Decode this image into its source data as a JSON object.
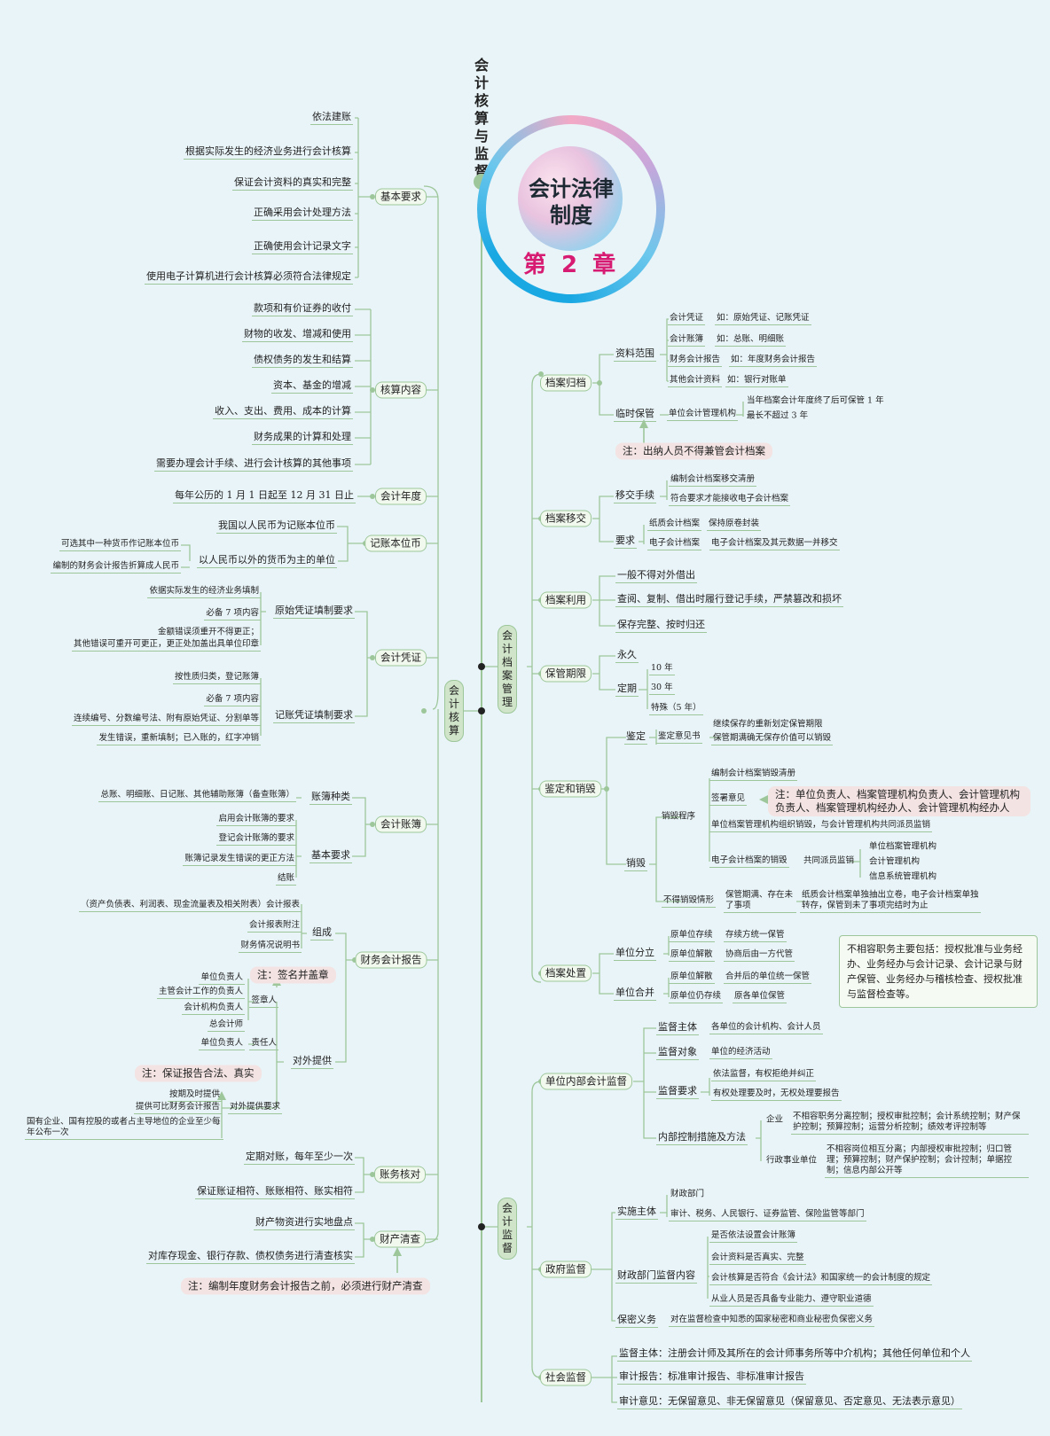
{
  "title_vertical": "会计核算与监督",
  "badge": {
    "title": "会计法律制度",
    "chapter": "第 2 章"
  },
  "colors": {
    "line": "#9dc79a",
    "accent": "#d81b72",
    "ring": "#1aa8e3",
    "note_bg": "#f3e3e3"
  },
  "left": {
    "branch": "会计核算",
    "basic": {
      "label": "基本要求",
      "items": [
        "依法建账",
        "根据实际发生的经济业务进行会计核算",
        "保证会计资料的真实和完整",
        "正确采用会计处理方法",
        "正确使用会计记录文字",
        "使用电子计算机进行会计核算必须符合法律规定"
      ]
    },
    "content": {
      "label": "核算内容",
      "items": [
        "款项和有价证券的收付",
        "财物的收发、增减和使用",
        "债权债务的发生和结算",
        "资本、基金的增减",
        "收入、支出、费用、成本的计算",
        "财务成果的计算和处理",
        "需要办理会计手续、进行会计核算的其他事项"
      ]
    },
    "year": {
      "label": "会计年度",
      "text": "每年公历的 1 月 1 日起至 12 月 31 日止"
    },
    "currency": {
      "label": "记账本位币",
      "a": "我国以人民币为记账本位币",
      "b": "以人民币以外的货币为主的单位",
      "b1": "可选其中一种货币作记账本位币",
      "b2": "编制的财务会计报告折算成人民币"
    },
    "voucher": {
      "label": "会计凭证",
      "orig": {
        "label": "原始凭证填制要求",
        "items": [
          "依据实际发生的经济业务填制",
          "必备 7 项内容",
          "金额错误须重开不得更正；",
          "其他错误可重开可更正，更正处加盖出具单位印章"
        ]
      },
      "rec": {
        "label": "记账凭证填制要求",
        "items": [
          "按性质归类，登记账簿",
          "必备 7 项内容",
          "连续编号、分数编号法、附有原始凭证、分割单等",
          "发生错误，重新填制；已入账的，红字冲销"
        ]
      }
    },
    "books": {
      "label": "会计账簿",
      "kinds_label": "账簿种类",
      "kinds": "总账、明细账、日记账、其他辅助账簿（备查账簿）",
      "req_label": "基本要求",
      "reqs": [
        "启用会计账簿的要求",
        "登记会计账簿的要求",
        "账簿记录发生错误的更正方法",
        "结账"
      ]
    },
    "report": {
      "label": "财务会计报告",
      "comp_label": "组成",
      "comp": [
        "（资产负债表、利润表、现金流量表及相关附表）会计报表",
        "会计报表附注",
        "财务情况说明书"
      ],
      "note1": "注：签名并盖章",
      "supply_label": "对外提供",
      "sign_label": "签章人",
      "sign": [
        "单位负责人",
        "主管会计工作的负责人",
        "会计机构负责人",
        "总会计师"
      ],
      "resp_label": "责任人",
      "resp": "单位负责人",
      "note2": "注：保证报告合法、真实",
      "req_label": "对外提供要求",
      "req": [
        "按期及时提供",
        "提供可比财务会计报告",
        "国有企业、国有控股的或者占主导地位的企业至少每年公布一次"
      ]
    },
    "reconcile": {
      "label": "账务核对",
      "items": [
        "定期对账，每年至少一次",
        "保证账证相符、账账相符、账实相符"
      ]
    },
    "inventory": {
      "label": "财产清查",
      "items": [
        "财产物资进行实地盘点",
        "对库存现金、银行存款、债权债务进行清查核实"
      ],
      "note": "注：编制年度财务会计报告之前，必须进行财产清查"
    }
  },
  "archive": {
    "branch": "会计档案管理",
    "filing": {
      "label": "档案归档",
      "scope_label": "资料范围",
      "scope": [
        [
          "会计凭证",
          "如：原始凭证、记账凭证"
        ],
        [
          "会计账簿",
          "如：总账、明细账"
        ],
        [
          "财务会计报告",
          "如：年度财务会计报告"
        ],
        [
          "其他会计资料",
          "如：银行对账单"
        ]
      ],
      "temp_label": "临时保管",
      "temp_unit": "单位会计管理机构",
      "temp_items": [
        "当年档案会计年度终了后可保管 1 年",
        "最长不超过 3 年"
      ],
      "note": "注：出纳人员不得兼管会计档案"
    },
    "transfer": {
      "label": "档案移交",
      "proc_label": "移交手续",
      "proc": [
        "编制会计档案移交清册",
        "符合要求才能接收电子会计档案"
      ],
      "req_label": "要求",
      "req": [
        [
          "纸质会计档案",
          "保持原卷封装"
        ],
        [
          "电子会计档案",
          "电子会计档案及其元数据一并移交"
        ]
      ]
    },
    "use": {
      "label": "档案利用",
      "items": [
        "一般不得对外借出",
        "查阅、复制、借出时履行登记手续，严禁篡改和损坏",
        "保存完整、按时归还"
      ]
    },
    "period": {
      "label": "保管期限",
      "perm": "永久",
      "fixed_label": "定期",
      "fixed": [
        "10 年",
        "30 年",
        "特殊（5 年）"
      ]
    },
    "appraise": {
      "label": "鉴定和销毁",
      "id_label": "鉴定",
      "id_doc": "鉴定意见书",
      "id_items": [
        "继续保存的重新划定保管期限",
        "保管期满确无保存价值可以销毁"
      ],
      "destroy_label": "销毁",
      "proc_label": "销毁程序",
      "proc": [
        "编制会计档案销毁清册",
        "签署意见",
        "单位档案管理机构组织销毁，与会计管理机构共同派员监销",
        "电子会计档案的销毁"
      ],
      "sign_note": "注：单位负责人、档案管理机构负责人、会计管理机构负责人、档案管理机构经办人、会计管理机构经办人",
      "joint_label": "共同派员监销",
      "joint": [
        "单位档案管理机构",
        "会计管理机构",
        "信息系统管理机构"
      ],
      "no_label": "不得销毁情形",
      "no_cond": "保管期满、存在未了事项",
      "no_text": "纸质会计档案单独抽出立卷，电子会计档案单独转存，保管到未了事项完结时为止"
    },
    "dispose": {
      "label": "档案处置",
      "split_label": "单位分立",
      "split": [
        [
          "原单位存续",
          "存续方统一保管"
        ],
        [
          "原单位解散",
          "协商后由一方代管"
        ]
      ],
      "merge_label": "单位合并",
      "merge": [
        [
          "原单位解散",
          "合并后的单位统一保管"
        ],
        [
          "原单位仍存续",
          "原各单位保管"
        ]
      ]
    }
  },
  "info": "不相容职务主要包括：授权批准与业务经办、业务经办与会计记录、会计记录与财产保管、业务经办与稽核检查、授权批准与监督检查等。",
  "supervision": {
    "branch": "会计监督",
    "internal": {
      "label": "单位内部会计监督",
      "subject": [
        "监督主体",
        "各单位的会计机构、会计人员"
      ],
      "object": [
        "监督对象",
        "单位的经济活动"
      ],
      "req_label": "监督要求",
      "req": [
        "依法监督，有权拒绝并纠正",
        "有权处理要及时，无权处理要报告"
      ],
      "ctrl_label": "内部控制措施及方法",
      "ent_label": "企业",
      "ent": "不相容职务分离控制；授权审批控制；会计系统控制；财产保护控制；预算控制；运营分析控制；绩效考评控制等",
      "gov_label": "行政事业单位",
      "gov": "不相容岗位相互分离；内部授权审批控制；归口管理；预算控制；财产保护控制；会计控制；单据控制；信息内部公开等"
    },
    "gov": {
      "label": "政府监督",
      "subj_label": "实施主体",
      "subj": [
        "财政部门",
        "审计、税务、人民银行、证券监管、保险监管等部门"
      ],
      "fin_label": "财政部门监督内容",
      "fin": [
        "是否依法设置会计账簿",
        "会计资料是否真实、完整",
        "会计核算是否符合《会计法》和国家统一的会计制度的规定",
        "从业人员是否具备专业能力、遵守职业道德"
      ],
      "secret_label": "保密义务",
      "secret": "对在监督检查中知悉的国家秘密和商业秘密负保密义务"
    },
    "social": {
      "label": "社会监督",
      "items": [
        "监督主体：注册会计师及其所在的会计师事务所等中介机构；其他任何单位和个人",
        "审计报告：标准审计报告、非标准审计报告",
        "审计意见：无保留意见、非无保留意见（保留意见、否定意见、无法表示意见）"
      ]
    }
  }
}
